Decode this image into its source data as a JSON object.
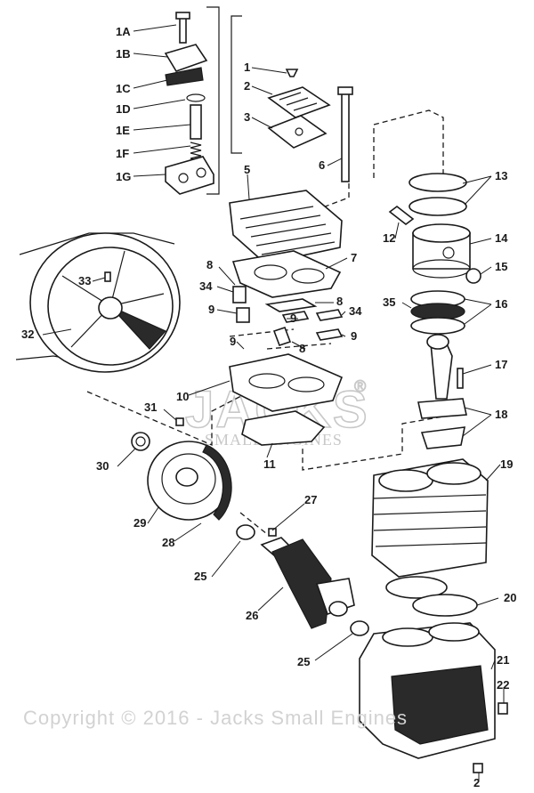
{
  "diagram": {
    "callouts": [
      {
        "id": "1A",
        "text": "1A"
      },
      {
        "id": "1B",
        "text": "1B"
      },
      {
        "id": "1C",
        "text": "1C"
      },
      {
        "id": "1D",
        "text": "1D"
      },
      {
        "id": "1E",
        "text": "1E"
      },
      {
        "id": "1F",
        "text": "1F"
      },
      {
        "id": "1G",
        "text": "1G"
      },
      {
        "id": "1",
        "text": "1"
      },
      {
        "id": "2",
        "text": "2"
      },
      {
        "id": "3",
        "text": "3"
      },
      {
        "id": "5",
        "text": "5"
      },
      {
        "id": "6",
        "text": "6"
      },
      {
        "id": "7",
        "text": "7"
      },
      {
        "id": "8a",
        "text": "8"
      },
      {
        "id": "8b",
        "text": "8"
      },
      {
        "id": "8c",
        "text": "8"
      },
      {
        "id": "9a",
        "text": "9"
      },
      {
        "id": "9b",
        "text": "9"
      },
      {
        "id": "9c",
        "text": "9"
      },
      {
        "id": "9d",
        "text": "9"
      },
      {
        "id": "10",
        "text": "10"
      },
      {
        "id": "11",
        "text": "11"
      },
      {
        "id": "12",
        "text": "12"
      },
      {
        "id": "13",
        "text": "13"
      },
      {
        "id": "14",
        "text": "14"
      },
      {
        "id": "15",
        "text": "15"
      },
      {
        "id": "16",
        "text": "16"
      },
      {
        "id": "17",
        "text": "17"
      },
      {
        "id": "18",
        "text": "18"
      },
      {
        "id": "19",
        "text": "19"
      },
      {
        "id": "20",
        "text": "20"
      },
      {
        "id": "21",
        "text": "21"
      },
      {
        "id": "22",
        "text": "22"
      },
      {
        "id": "2b",
        "text": "2"
      },
      {
        "id": "25a",
        "text": "25"
      },
      {
        "id": "25b",
        "text": "25"
      },
      {
        "id": "26",
        "text": "26"
      },
      {
        "id": "27",
        "text": "27"
      },
      {
        "id": "28",
        "text": "28"
      },
      {
        "id": "29",
        "text": "29"
      },
      {
        "id": "30",
        "text": "30"
      },
      {
        "id": "31",
        "text": "31"
      },
      {
        "id": "32",
        "text": "32"
      },
      {
        "id": "33",
        "text": "33"
      },
      {
        "id": "34a",
        "text": "34"
      },
      {
        "id": "34b",
        "text": "34"
      },
      {
        "id": "35",
        "text": "35"
      }
    ]
  },
  "watermark": {
    "brand": "JACKS",
    "subbrand": "SMALL ENGINES",
    "registered": "®",
    "copyright": "Copyright © 2016 - Jacks Small Engines"
  }
}
